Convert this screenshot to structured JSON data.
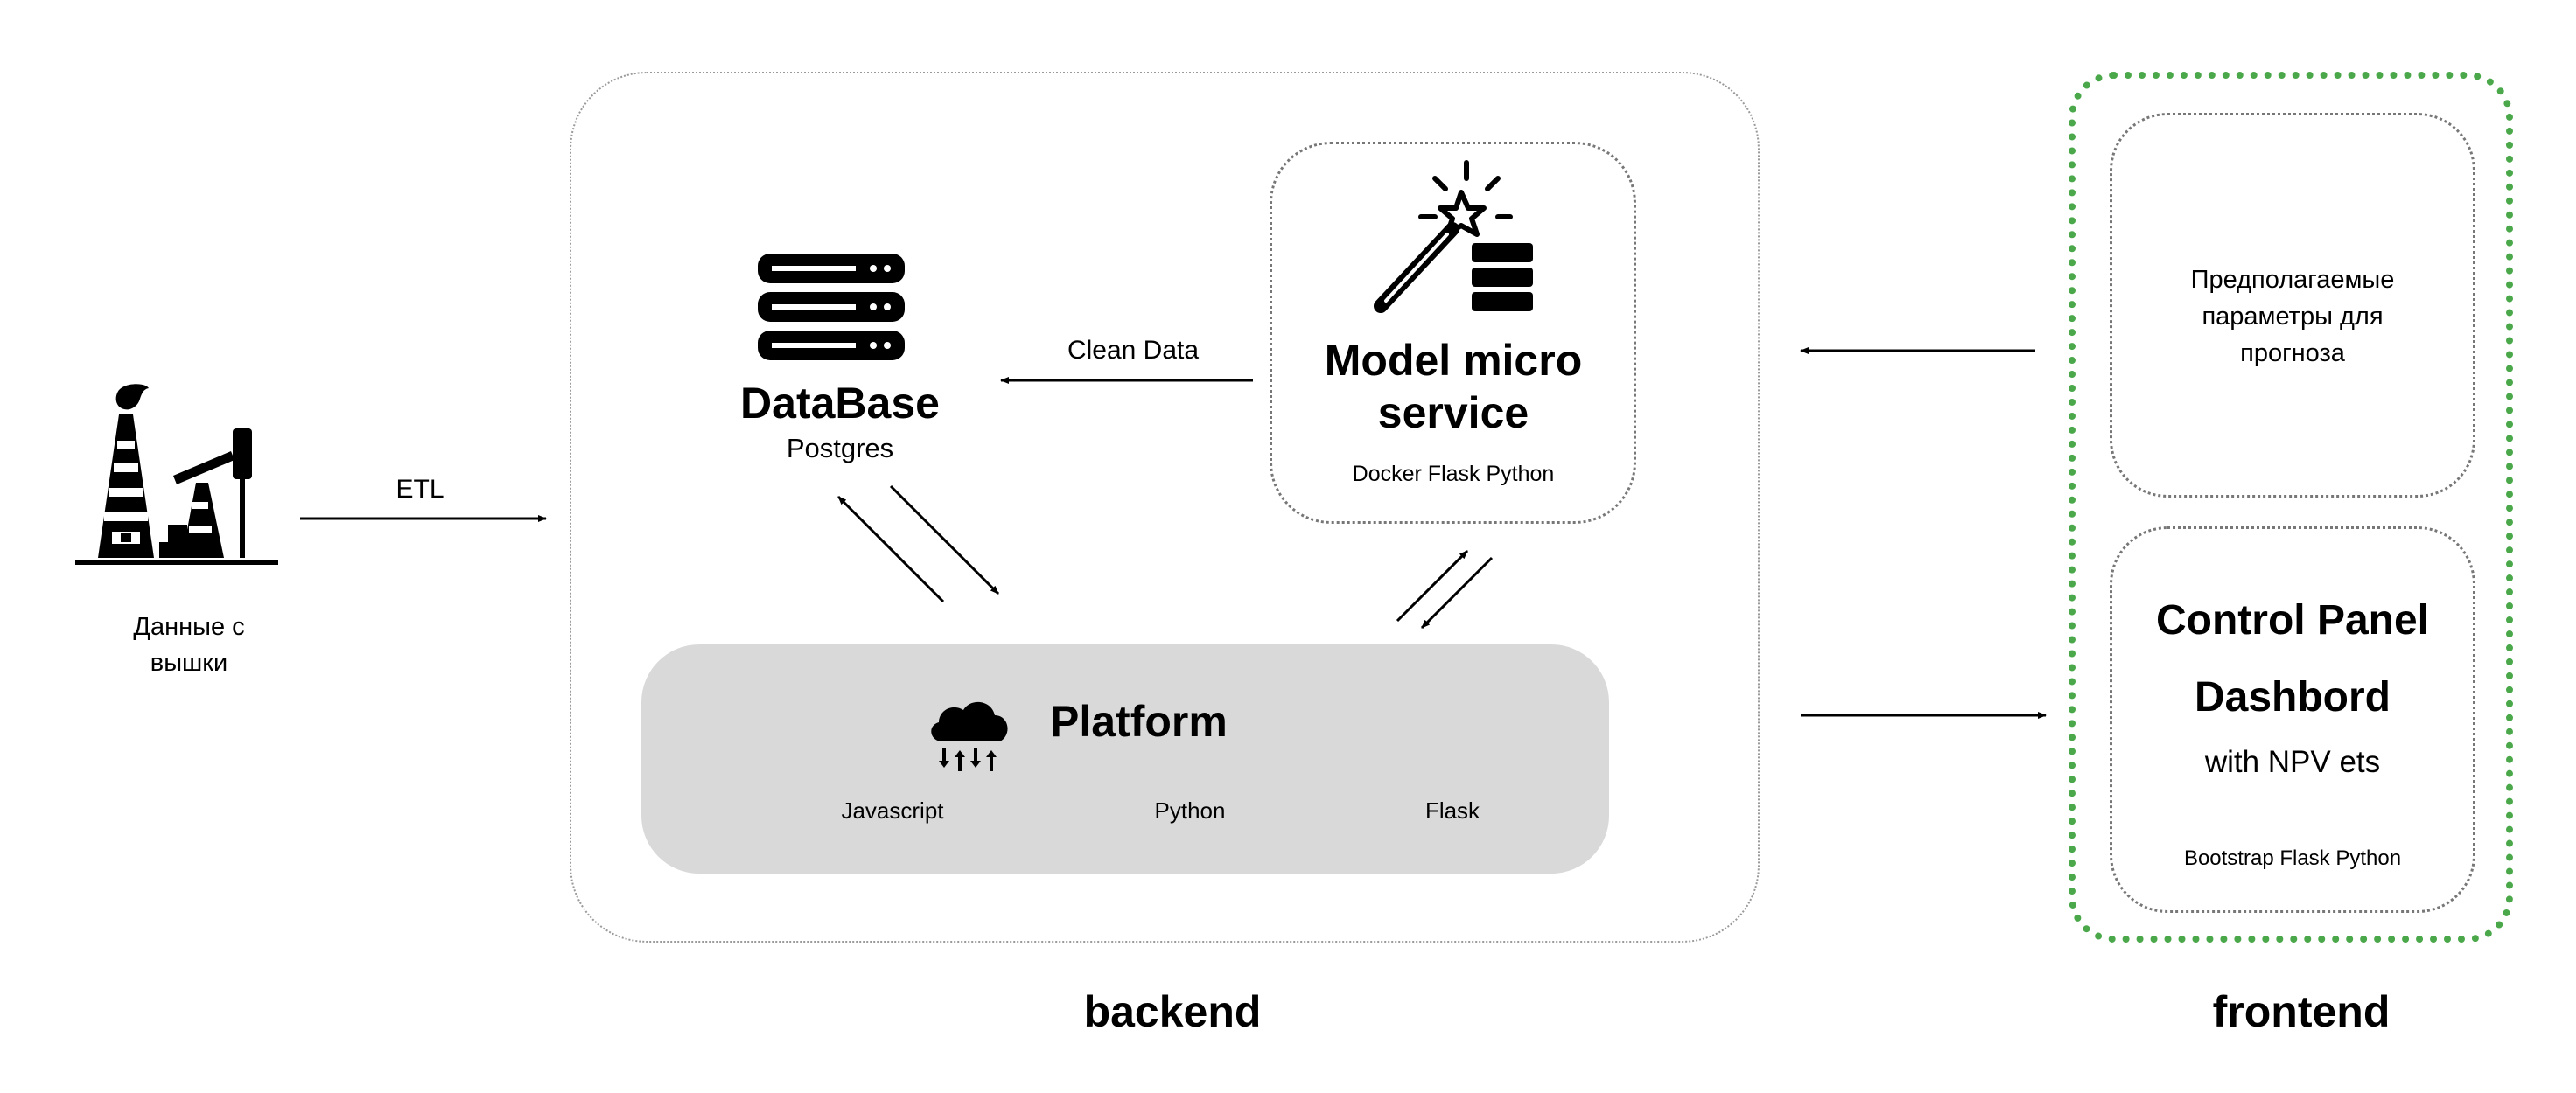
{
  "source": {
    "label": "Данные с вышки",
    "icon": "oil-rig-pumpjack-icon"
  },
  "etl": {
    "label": "ETL"
  },
  "database": {
    "title": "DataBase",
    "subtitle": "Postgres",
    "icon": "server-stack-icon"
  },
  "clean_data": {
    "label": "Clean Data"
  },
  "model": {
    "title": "Model micro service",
    "tech": "Docker Flask Python",
    "icon": "magic-wand-database-icon"
  },
  "platform": {
    "title": "Platform",
    "icon": "cloud-arrows-icon",
    "techs": [
      "Javascript",
      "Python",
      "Flask"
    ]
  },
  "backend": {
    "label": "backend"
  },
  "frontend": {
    "label": "frontend",
    "params_text": "Предполагаемые параметры для прогноза",
    "panel_title": "Control Panel",
    "panel_subtitle": "Dashbord",
    "panel_note": "with NPV ets",
    "panel_tech": "Bootstrap Flask Python"
  }
}
